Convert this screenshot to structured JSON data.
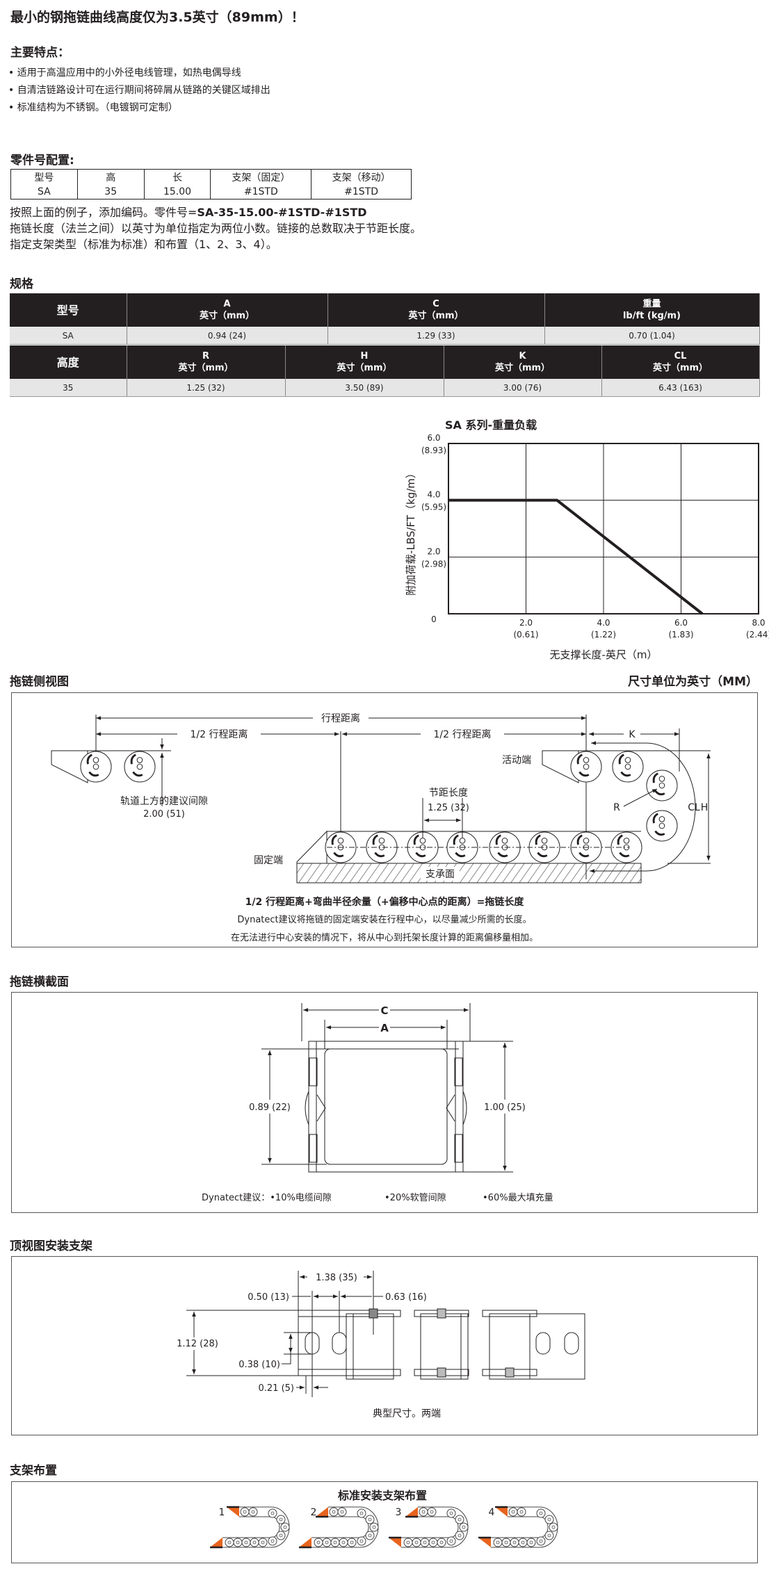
{
  "title": "最小的钢拖链曲线高度仅为3.5英寸（89mm）！",
  "features": {
    "heading": "主要特点：",
    "items": [
      "• 适用于高温应用中的小外径电线管理，如热电偶导线",
      "• 自清洁链路设计可在运行期间将碎屑从链路的关键区域排出",
      "• 标准结构为不锈钢。（电镀钢可定制）"
    ]
  },
  "part_config": {
    "heading": "零件号配置:",
    "headers": [
      "型号",
      "高",
      "长",
      "支架（固定）",
      "支架（移动）"
    ],
    "values": [
      "SA",
      "35",
      "15.00",
      "#1STD",
      "#1STD"
    ],
    "line1_prefix": "按照上面的例子，添加编码。零件号=",
    "line1_code": "SA-35-15.00-#1STD-#1STD",
    "line2": "拖链长度（法兰之间）以英寸为单位指定为两位小数。链接的总数取决于节距长度。",
    "line3": "指定支架类型（标准为标准）和布置（1、2、3、4）。"
  },
  "specs": {
    "heading": "规格",
    "row1_headers": [
      {
        "title": "型号",
        "unit": ""
      },
      {
        "title": "A",
        "unit": "英寸（mm）"
      },
      {
        "title": "C",
        "unit": "英寸（mm）"
      },
      {
        "title": "重量",
        "unit": "lb/ft (kg/m)"
      }
    ],
    "row1_values": [
      "SA",
      "0.94 (24)",
      "1.29 (33)",
      "0.70 (1.04)"
    ],
    "row2_headers": [
      {
        "title": "高度",
        "unit": ""
      },
      {
        "title": "R",
        "unit": "英寸（mm）"
      },
      {
        "title": "H",
        "unit": "英寸（mm）"
      },
      {
        "title": "K",
        "unit": "英寸（mm）"
      },
      {
        "title": "CL",
        "unit": "英寸（mm）"
      }
    ],
    "row2_values": [
      "35",
      "1.25 (32)",
      "3.50 (89)",
      "3.00 (76)",
      "6.43 (163)"
    ]
  },
  "chart_data": {
    "type": "line",
    "title": "SA 系列-重量负载",
    "xlabel": "无支撑长度-英尺（m）",
    "ylabel": "附加荷载-LBS/FT（kg/m）",
    "xlim": [
      0,
      8
    ],
    "ylim": [
      0,
      6
    ],
    "grid": true,
    "series": [
      {
        "name": "SA",
        "x": [
          0,
          2.8,
          6.55
        ],
        "y": [
          4.0,
          4.0,
          0
        ]
      }
    ],
    "xticks": [
      {
        "value": 2,
        "label": "2.0",
        "sub": "(0.61)"
      },
      {
        "value": 4,
        "label": "4.0",
        "sub": "(1.22)"
      },
      {
        "value": 6,
        "label": "6.0",
        "sub": "(1.83)"
      },
      {
        "value": 8,
        "label": "8.0",
        "sub": "(2.44)"
      }
    ],
    "yticks": [
      {
        "value": 0,
        "label": "0",
        "sub": ""
      },
      {
        "value": 2,
        "label": "2.0",
        "sub": "(2.98)"
      },
      {
        "value": 4,
        "label": "4.0",
        "sub": "(5.95)"
      },
      {
        "value": 6,
        "label": "6.0",
        "sub": "(8.93)"
      }
    ]
  },
  "side_view": {
    "heading": "拖链侧视图",
    "units_note": "尺寸单位为英寸（MM）",
    "travel": "行程距离",
    "half_travel": "1/2 行程距离",
    "k": "K",
    "moving_end": "活动端",
    "clearance": "轨道上方的建议间隙",
    "clearance_value": "2.00 (51)",
    "pitch": "节距长度",
    "pitch_value": "1.25 (32)",
    "r": "R",
    "cl": "CL",
    "h": "H",
    "fixed_end": "固定端",
    "support": "支承面",
    "formula": "1/2 行程距离+弯曲半径余量（+偏移中心点的距离）=拖链长度",
    "note1": "Dynatect建议将拖链的固定端安装在行程中心，以尽量减少所需的长度。",
    "note2": "在无法进行中心安装的情况下，将从中心到托架长度计算的距离偏移量相加。"
  },
  "cross_section": {
    "heading": "拖链横截面",
    "c": "C",
    "a": "A",
    "inner_height": "0.89 (22)",
    "outer_height": "1.00 (25)",
    "recommend": "Dynatect建议：•10%电缆间隙",
    "rec2": "•20%软管间隙",
    "rec3": "•60%最大填充量"
  },
  "top_view": {
    "heading": "顶视图安装支架",
    "d1": "1.38 (35)",
    "d2": "0.50 (13)",
    "d3": "0.63 (16)",
    "d4": "1.12 (28)",
    "d5": "0.38 (10)",
    "d6": "0.21 (5)",
    "caption": "典型尺寸。两端"
  },
  "brackets": {
    "heading": "支架布置",
    "title": "标准安装支架布置",
    "options": [
      "1",
      "2",
      "3",
      "4"
    ],
    "accent": "#e8641e"
  }
}
